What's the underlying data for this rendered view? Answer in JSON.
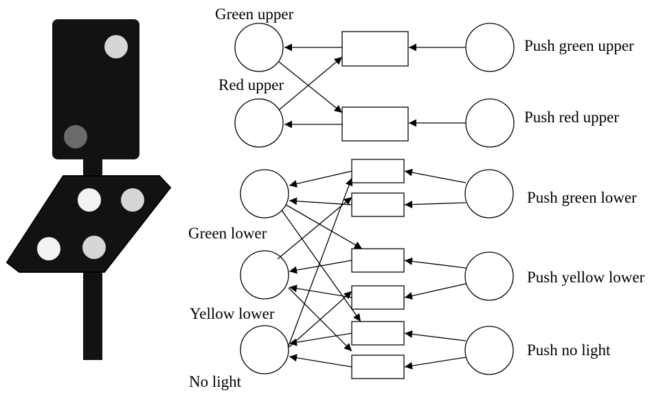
{
  "signal": {
    "upper_lamps": [
      "lamp-top",
      "lamp-bottom"
    ],
    "lower_lamps": [
      "lamp-1",
      "lamp-2",
      "lamp-3",
      "lamp-4"
    ],
    "colors": {
      "housing": "#121212",
      "lamp_bright": "#f2f2f2",
      "lamp_light": "#d6d6d6",
      "lamp_dark": "#6a6a6a"
    }
  },
  "places": {
    "green_upper": "Green upper",
    "red_upper": "Red upper",
    "push_green_upper": "Push green upper",
    "push_red_upper": "Push red upper",
    "green_lower": "Green lower",
    "yellow_lower": "Yellow lower",
    "no_light": "No light",
    "push_green_lower": "Push green lower",
    "push_yellow_lower": "Push yellow lower",
    "push_no_light": "Push no light"
  }
}
